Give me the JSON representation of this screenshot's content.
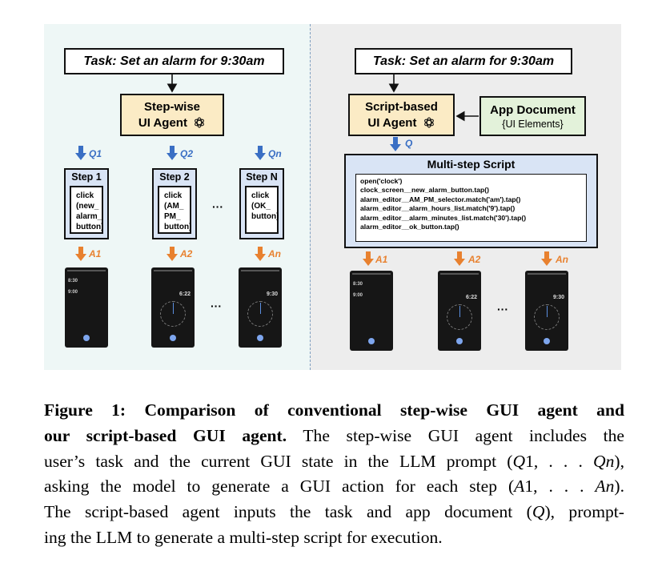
{
  "colors": {
    "left_bg": "#eef7f6",
    "right_bg": "#ededed",
    "agent_fill": "#fbebc5",
    "appdoc_fill": "#e3f2da",
    "step_fill": "#d9e4f5",
    "query_arrow": "#3a6fc4",
    "action_arrow": "#e8812f"
  },
  "left": {
    "task": "Task: Set an alarm for 9:30am",
    "agent_line1": "Step-wise",
    "agent_line2": "UI Agent",
    "agent_icon": "openai-logo-icon",
    "steps": [
      {
        "q_label": "Q1",
        "title": "Step 1",
        "body": "click\n(new_\nalarm_\nbutton)",
        "a_label": "A1"
      },
      {
        "q_label": "Q2",
        "title": "Step 2",
        "body": "click\n(AM_\nPM_\nbutton)",
        "a_label": "A2"
      },
      {
        "q_label": "Qn",
        "title": "Step N",
        "body": "click\n(OK_\nbutton)",
        "a_label": "An"
      }
    ],
    "ellipsis": "···",
    "phones": [
      {
        "kind": "list",
        "time1": "8:30",
        "time2": "9:00"
      },
      {
        "kind": "dial",
        "time": "6:22"
      },
      {
        "kind": "dial",
        "time": "9:30"
      }
    ]
  },
  "right": {
    "task": "Task: Set an alarm for 9:30am",
    "agent_line1": "Script-based",
    "agent_line2": "UI Agent",
    "agent_icon": "openai-logo-icon",
    "appdoc_title": "App Document",
    "appdoc_sub": "{UI Elements}",
    "q_label": "Q",
    "script_title": "Multi-step Script",
    "script_lines": [
      "open('clock')",
      "clock_screen__new_alarm_button.tap()",
      "alarm_editor__AM_PM_selector.match('am').tap()",
      "alarm_editor__alarm_hours_list.match('9').tap()",
      "alarm_editor__alarm_minutes_list.match('30').tap()",
      "alarm_editor__ok_button.tap()"
    ],
    "a_labels": [
      "A1",
      "A2",
      "An"
    ],
    "ellipsis": "···",
    "phones": [
      {
        "kind": "list",
        "time1": "8:30",
        "time2": "9:00"
      },
      {
        "kind": "dial",
        "time": "6:22"
      },
      {
        "kind": "dial",
        "time": "9:30"
      }
    ]
  },
  "caption": {
    "bold_line1": "Figure 1: Comparison of conventional step-wise GUI agent and",
    "bold_line2": "our script-based GUI agent.",
    "line2_rest": " The step-wise GUI agent includes the",
    "line3": "user’s task and the current GUI state in the LLM prompt (",
    "line3_q1": "Q",
    "line3_mid": "1, . . . ",
    "line3_qn": "Qn",
    "line3_end": "),",
    "line4": "asking the model to generate a GUI action for each step (",
    "line4_a1": "A",
    "line4_mid": "1, . . . ",
    "line4_an": "An",
    "line4_end": ").",
    "line5_start": "The script-based agent inputs the task and app document (",
    "line5_q": "Q",
    "line5_end": "), prompt-",
    "line6": "ing the LLM to generate a multi-step script for execution."
  }
}
